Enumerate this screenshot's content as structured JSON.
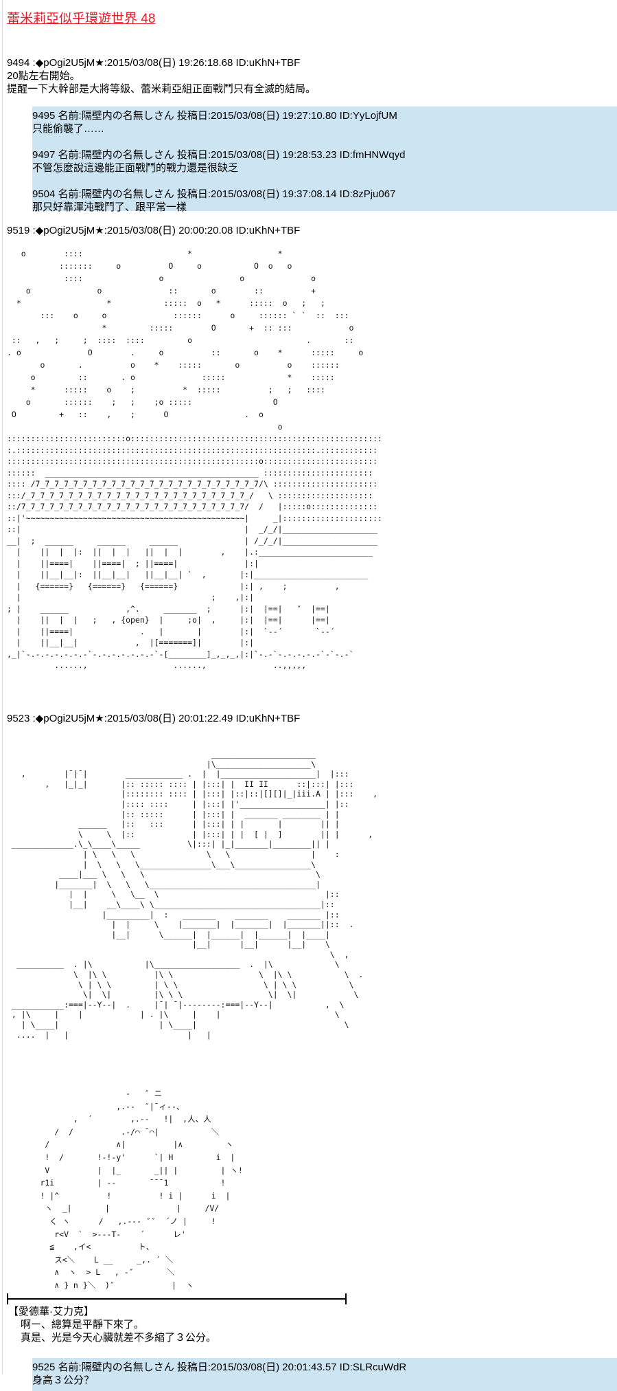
{
  "thread_title": "蕾米莉亞似乎環遊世界 48",
  "posts": [
    {
      "header": "9494 :◆pOgi2U5jM★:2015/03/08(日) 19:26:18.68 ID:uKhN+TBF",
      "lines": [
        "20點左右開始。",
        "提醒一下大幹部是大將等級、蕾米莉亞組正面戰鬥只有全滅的結局。"
      ]
    },
    {
      "header": "9519 :◆pOgi2U5jM★:2015/03/08(日) 20:00:20.08 ID:uKhN+TBF"
    },
    {
      "header": "9523 :◆pOgi2U5jM★:2015/03/08(日) 20:01:22.49 ID:uKhN+TBF"
    }
  ],
  "replies_a": [
    {
      "header": "9495 名前:隔壁内の名無しさん 投稿日:2015/03/08(日) 19:27:10.80 ID:YyLojfUM",
      "body": "只能偷襲了……"
    },
    {
      "header": "9497 名前:隔壁内の名無しさん 投稿日:2015/03/08(日) 19:28:53.23 ID:fmHNWqyd",
      "body": "不管怎麼說這邊能正面戰鬥的戰力還是很缺乏"
    },
    {
      "header": "9504 名前:隔壁内の名無しさん 投稿日:2015/03/08(日) 19:37:08.14 ID:8zPju067",
      "body": "那只好靠渾沌戰鬥了、跟平常一樣"
    }
  ],
  "replies_b": [
    {
      "header": "9525 名前:隔壁内の名無しさん 投稿日:2015/03/08(日) 20:01:43.57 ID:SLRcuWdR",
      "body": "身高３公分？"
    }
  ],
  "speech": {
    "speaker": "【愛德華·艾力克】",
    "lines": [
      "啊ー、總算是平靜下來了。",
      "真是、光是今天心臟就差不多縮了３公分。"
    ]
  },
  "art": {
    "stars": "   o        ::::                      *                  *\n           :::::::     o          O     o           O  o   o\n            ::::                o                o              o\n    o              o              ::       o        ::          +\n  *                  *           :::::  o   *      :::::  o   ;   ;\n       :::    o     o              ::::::      o     :::::: ` `  ::  :::\n                    *         :::::        O       +  :: :::            o\n ::   ,   ;     ;  ::::  ::::         o                        .       ::\n. o              O        .     o          ::       o    *      :::::     o\n       o       .          o    *    :::::       o          o    ::::::\n     o         ::       . o              :::::             *    :::::\n     *      :::::    o    ;          *  :::::          ;   ;   ::::\n    o       ::::::    ;   ;    ;o :::::                 O\n O         +   ::    ,    ;      O                .  o\n                                                         o",
    "house": ":::::::::::::::::::::::::o:::::::::::::::::::::::::::::::::::::::::::::::::::::\n:.:::::::::::::::::::::::::::::::::::::::::::::::::::::::::::::::.::::::::::::\n:::::::::::::::::::::::::::::::::::::::::::::::::::::o::::::::::::::::::::::::\n::::::  _____________________________________________ :::::::::::::::::::::::\n:::: /7_7_7_7_7_7_7_7_7_7_7_7_7_7_7_7_7_7_7_7_7_7_7_7/\\ ::::::::::::::::::::::\n:::/_7_7_7_7_7_7_7_7_7_7_7_7_7_7_7_7_7_7_7_7_7_7_7_/   \\ ::::::::::::::::::::\n::/7_7_7_7_7_7_7_7_7_7_7_7_7_7_7_7_7_7_7_7_7_7_7_7/  /   |:::::o::::::::::::::\n::|'~~~~~~~~~~~~~~~~~~~~~~~~~~~~~~~~~~~~~~~~~~~~~~|     _|:::::::::::::::::::::\n::|                                               |  _/_/|____________________\n__|  ;  ______     ______     ______              | /_/_/|____________________\n  |    ||  |  |:  ||  |  |   ||  |  |        ,    |.:________________________\n  |    ||====|    ||====|  ; ||====|              |:|\n  |    ||__|__|:  ||__|__|   ||__|__| `  ,       |:|________________________\n  |   {======}   {======}   {======}             |:| ,    ;          ,\n  |                                        ;    ,|:|\n; |    ______            ,^.     _______  ;      |:|  |==|   ″  |==|\n  |    ||  |  |   ;   , {open}  |     ;o|  ,     |:|  |==|      |==|\n  |    ||====|              .   |       |        |:|  `--´       `--´\n  |    ||__|__|            ,  |[=======]|        |:|\n,_|`-.-.-.-.-.-.-`-.-.-.-.-.-.-`-[________]_,_,_,|:|`-.-`-.-.-.-.-`-`-.-`\n          ......,                  ......,              ..,,,,,",
    "classroom": "                                           ______________________\n                                          |\\____________________\\\n   ,        |¯|¯|        ____________ .  |  |____________________|  |:::\n        ,   |_|_|       |:: ::::: :::: | |:::| |  II II      ::|:::| |:::\n                        |:::::::: :::: | |:::| |::|::|[][]|_|iii.A | |:::    ,\n                        |:::: ::::     | |:::| |'__________________| |::\n                        |:: :::::      | |:::| |  _______ ________ | |\n               ______   |::   :::      | |:::| | |       |        || |\n               \\     \\  |::            | |:::| | |  [ |  ]        || |      ,\n _____________.\\_\\____\\_____          \\|:::| |_|_______|________|| |\n                | \\   \\   \\               \\   \\                 |    :\n                |  \\   \\   \\_______________\\___\\________________\\\n           ____|___ \\   \\   \\                                    \\\n          |_______|  \\   \\   \\___________________________________|\n             |  |     \\   \\__  \\                                   |::\n             |__|    __\\____\\ \\___________________________________|::\n                    |_________|  :   _______    _______    _______ |::\n                      |  |     \\    |_______|  |_______|  |_______||::  .\n                      |__|      \\______|  |______|  |______|  |____|\n                                       |__|      |__|      |__|    \\\n                                                                    \\  ,\n  __________  . |\\           |\\__________________  .  |\\             \\\n              \\  |\\ \\          |\\ \\                  \\  |\\ \\           \\  .\n               \\ | \\ \\         | \\ \\                  \\ | \\ \\           \\\n                \\|  \\|         |\\ \\ \\                  \\|  \\|            \\\n ___________:===|--Y--|  .     |¯| ¯|--------:===|--Y--|           ,  \\\n , |\\     |    |            | . |\\     |    |                        \\\n   | \\____|                     | \\____|                               \\\n  ....  |   |                         |   |",
    "face": "                         -   ″ ニ\n                       ,.--  ″|¯ィ--、\n              ,  ´        ,.--   !|  ,人、人\n          /  /          .-/⌒ ¯⌒|           ＼\n        /              ∧|          |∧         ヽ\n        !  /       !-!-y'      `| H         i  |\n        V          |  |_       _|| |         | ヽ!\n       r1i         | --       ¯¯¯1           !\n       ! |^          !          ! i |      i  |\n        ヽ  _|       |              |     /V/\n         く ヽ      /   ,.--- ″″  ´ノ |     !\n          r<V  `  >---T-    ´      レ'\n         ≦    ,イ<          ト、\n          ス<＼    L __     _,. ´ ＼\n          ∧  ヽ  > L   , -″       ＼\n          ∧ } n }＼  )″            |  ヽ"
  }
}
